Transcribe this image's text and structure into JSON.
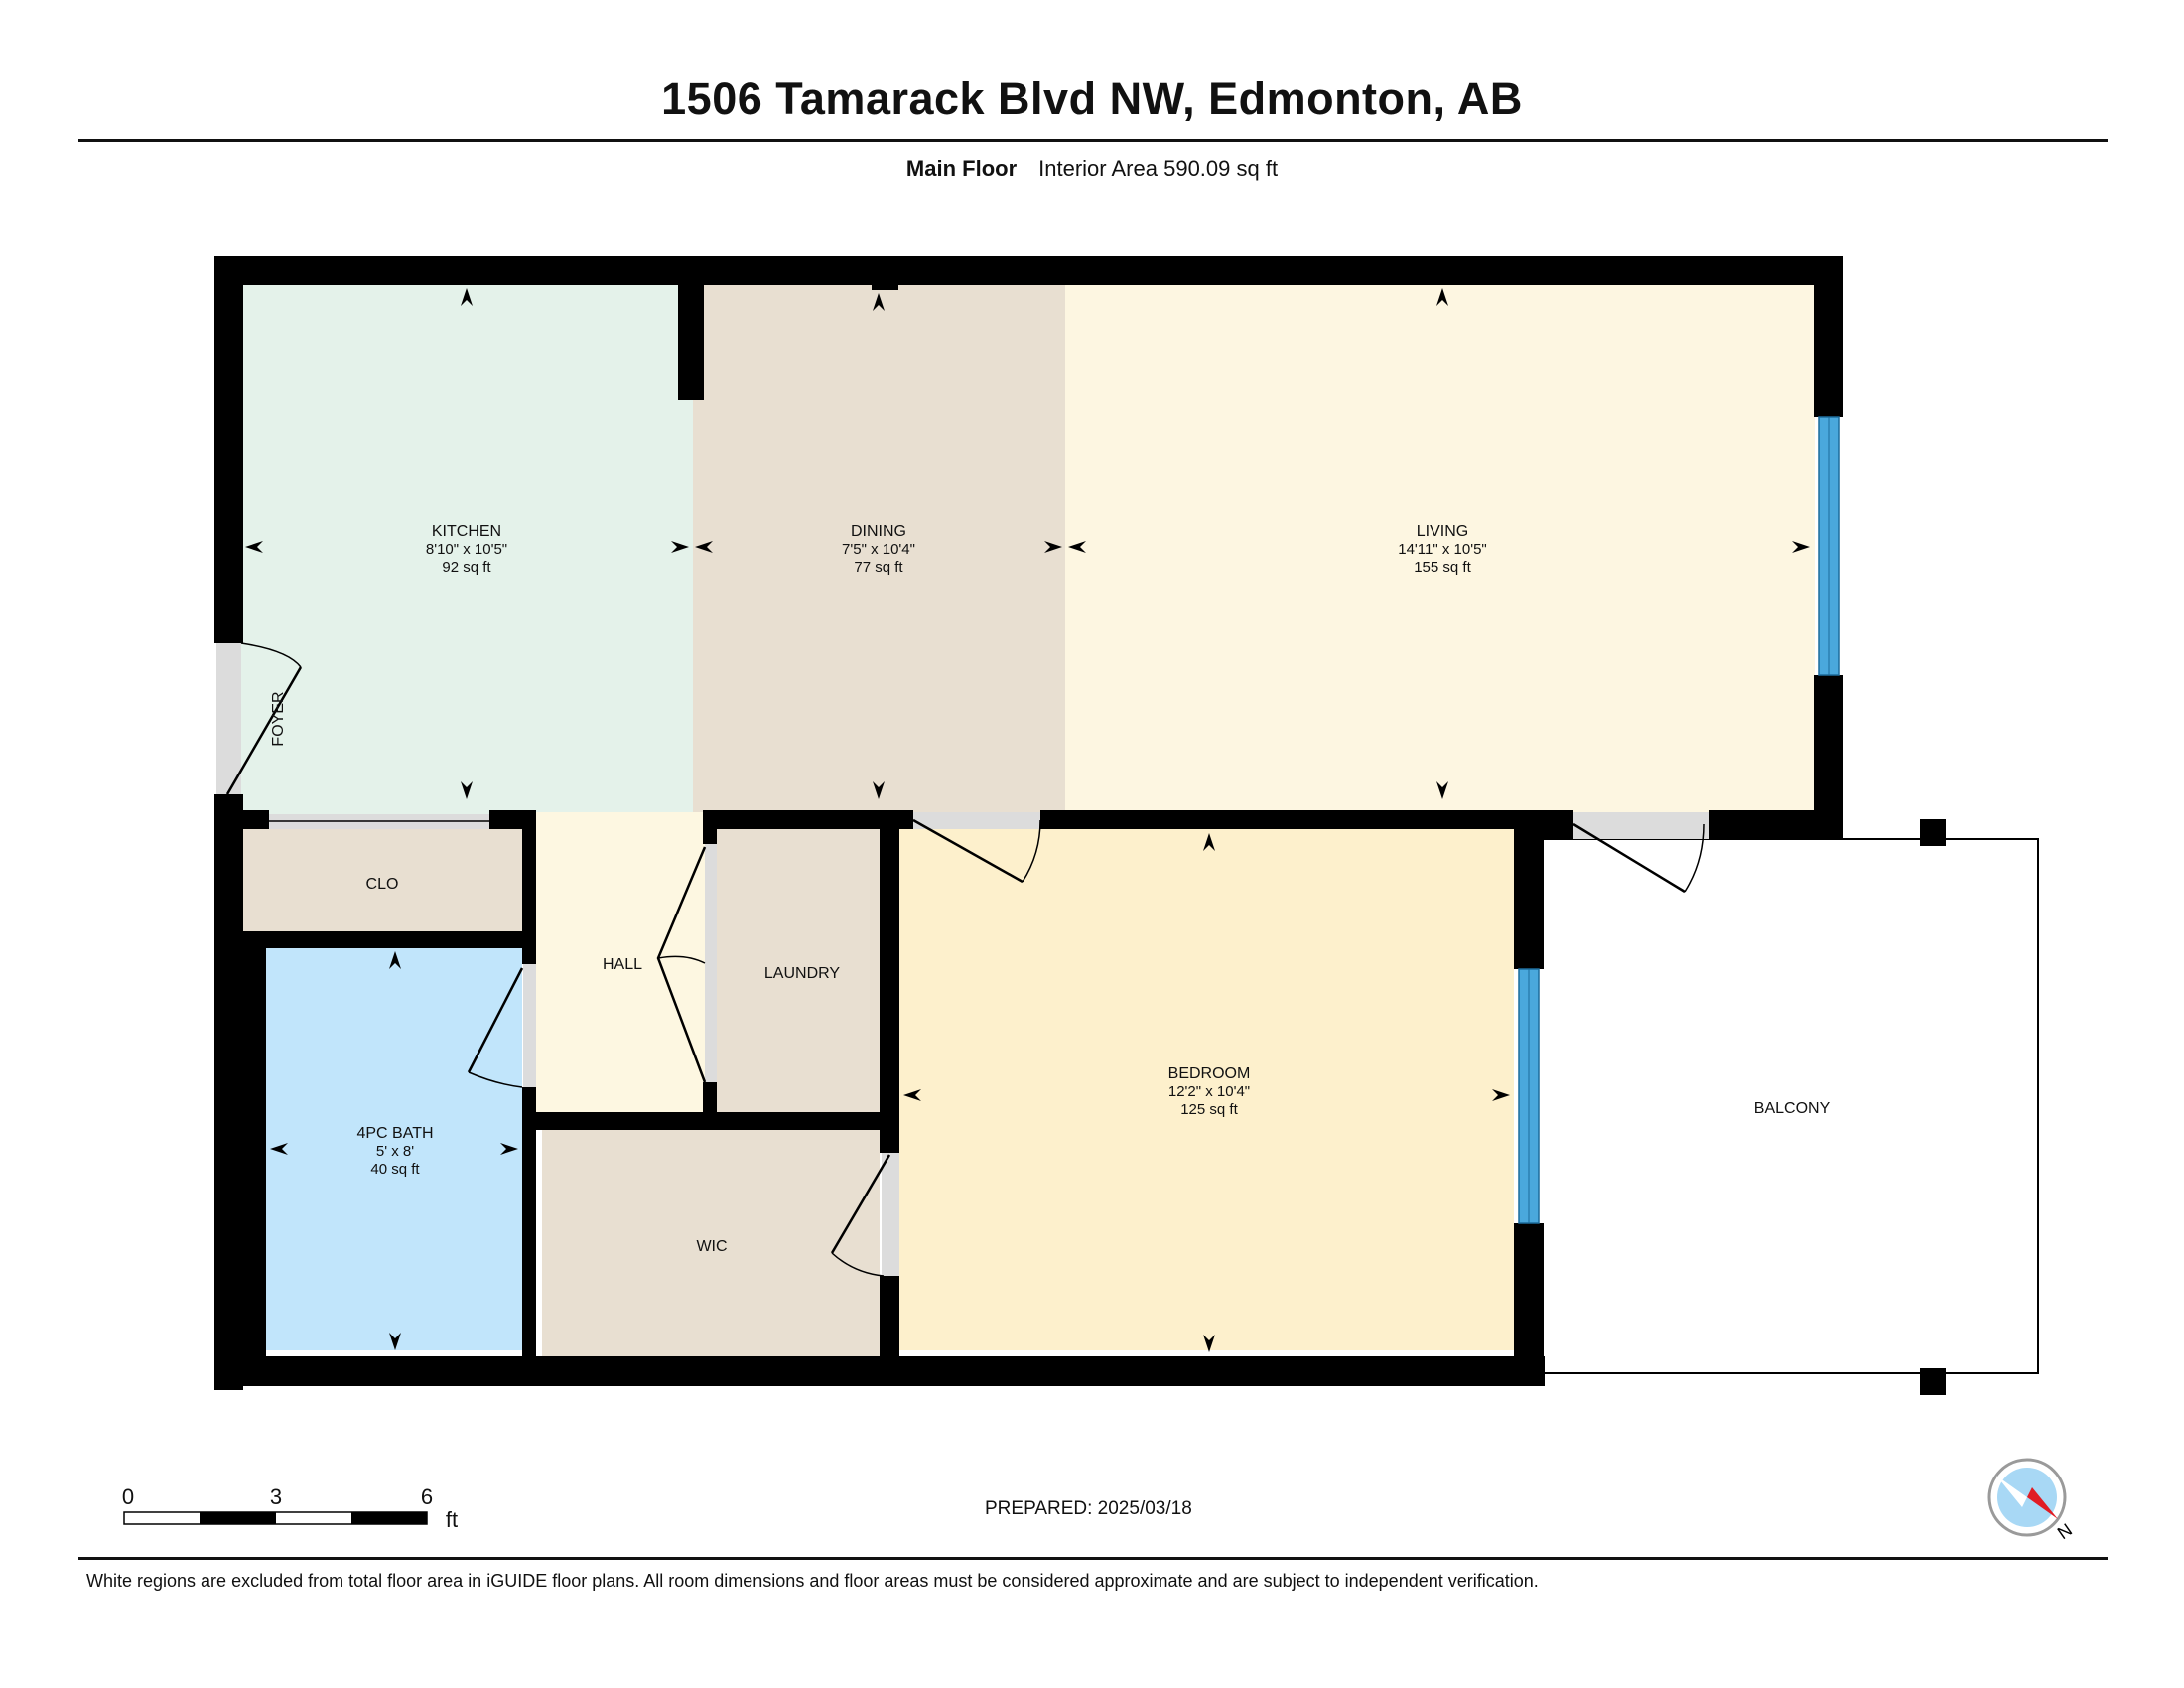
{
  "header": {
    "title": "1506 Tamarack Blvd NW, Edmonton, AB",
    "floor_name": "Main Floor",
    "interior_area": "Interior Area 590.09 sq ft"
  },
  "rooms": {
    "kitchen": {
      "name": "KITCHEN",
      "dims": "8'10\" x 10'5\"",
      "area": "92 sq ft"
    },
    "dining": {
      "name": "DINING",
      "dims": "7'5\" x 10'4\"",
      "area": "77 sq ft"
    },
    "living": {
      "name": "LIVING",
      "dims": "14'11\" x 10'5\"",
      "area": "155 sq ft"
    },
    "foyer": {
      "name": "FOYER"
    },
    "clo": {
      "name": "CLO"
    },
    "hall": {
      "name": "HALL"
    },
    "laundry": {
      "name": "LAUNDRY"
    },
    "bath": {
      "name": "4PC BATH",
      "dims": "5' x 8'",
      "area": "40 sq ft"
    },
    "wic": {
      "name": "WIC"
    },
    "bedroom": {
      "name": "BEDROOM",
      "dims": "12'2\" x 10'4\"",
      "area": "125 sq ft"
    },
    "balcony": {
      "name": "BALCONY"
    }
  },
  "scale_bar": {
    "labels": [
      "0",
      "3",
      "6"
    ],
    "unit": "ft"
  },
  "compass": {
    "label": "N"
  },
  "footer": {
    "prepared": "PREPARED: 2025/03/18",
    "disclaimer": "White regions are excluded from total floor area in iGUIDE floor plans. All room dimensions and floor areas must be considered approximate and are subject to independent verification."
  },
  "colors": {
    "kitchen": "#e4f2ea",
    "dining": "#e8dfd1",
    "living": "#fdf6e1",
    "hall": "#fdf7e1",
    "clo": "#e8dfd1",
    "laundry": "#e8dfd1",
    "wic": "#e8dfd1",
    "bath": "#c1e5fb",
    "bedroom": "#fdf0cc",
    "wall": "#000000",
    "window": "#4aa8dc",
    "door_opening": "#dcdcdc",
    "compass_fill": "#a8d8f5",
    "compass_needle": "#e11c24"
  }
}
